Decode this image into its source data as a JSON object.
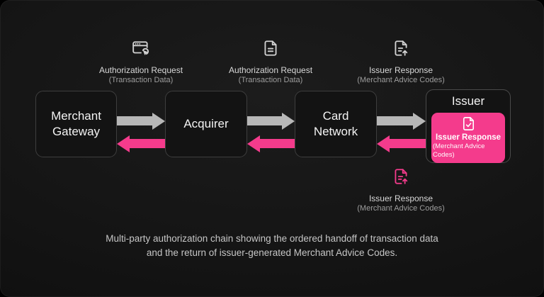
{
  "diagram": {
    "flow_labels": [
      {
        "icon": "browser-click-icon",
        "title": "Authorization Request",
        "subtitle": "(Transaction Data)"
      },
      {
        "icon": "file-text-icon",
        "title": "Authorization Request",
        "subtitle": "(Transaction Data)"
      },
      {
        "icon": "file-up-icon",
        "title": "Issuer Response",
        "subtitle": "(Merchant Advice Codes)"
      }
    ],
    "nodes": [
      {
        "label": "Merchant\nGateway"
      },
      {
        "label": "Acquirer"
      },
      {
        "label": "Card\nNetwork"
      },
      {
        "label": "Issuer"
      }
    ],
    "issuer_card": {
      "icon": "file-check-icon",
      "title": "Issuer Response",
      "subtitle": "(Merchant Advice Codes)"
    },
    "return_note": {
      "icon": "file-up-icon",
      "title": "Issuer Response",
      "subtitle": "(Merchant Advice Codes)"
    },
    "caption_line1": "Multi-party authorization chain showing the ordered handoff of transaction data",
    "caption_line2": "and the return of issuer-generated Merchant Advice Codes.",
    "colors": {
      "forward_arrow": "#b7b7b7",
      "return_arrow": "#f43b8c",
      "accent_pink": "#f43b8c"
    }
  }
}
